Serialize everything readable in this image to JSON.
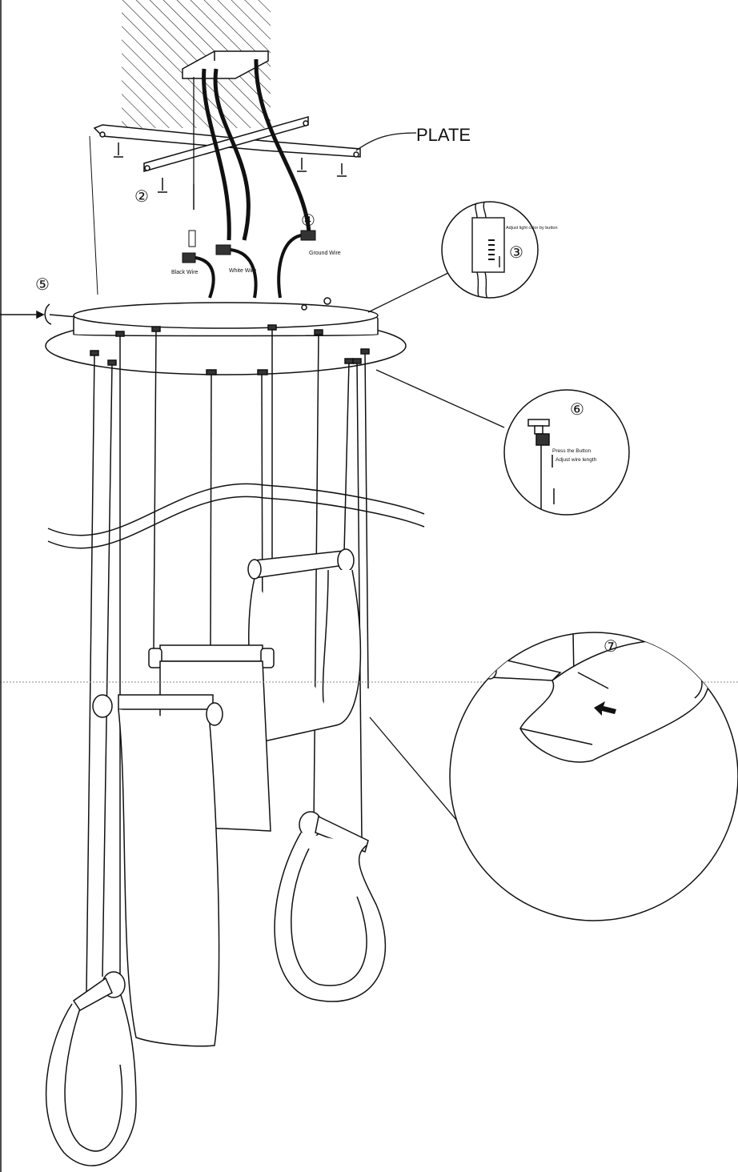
{
  "labels": {
    "plate": "PLATE",
    "black_wire": "Black Wire",
    "white_wire": "White Wire",
    "ground_wire": "Ground Wire",
    "adjust_light": "Adjust light color by button",
    "press_button": "Press the Button",
    "adjust_wire": "Adjust wire length"
  },
  "steps": {
    "s2": "②",
    "s3": "③",
    "s4": "④",
    "s5": "⑤",
    "s6": "⑥",
    "s7": "⑦"
  },
  "colors": {
    "line": "#111111",
    "hatch": "#222222",
    "paper": "#ffffff"
  }
}
